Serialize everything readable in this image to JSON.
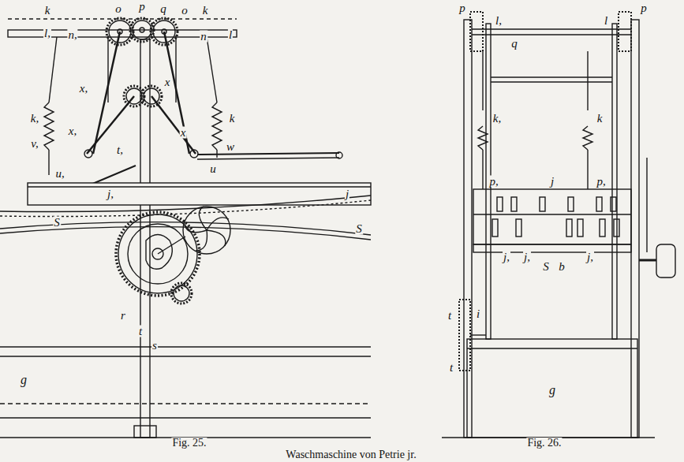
{
  "diagram": {
    "caption": "Waschmaschine von Petrie jr.",
    "labels": [
      "k",
      "o",
      "p",
      "q",
      "o",
      "k",
      "l,",
      "n,",
      "n",
      "l",
      "x,",
      "x",
      "k,",
      "k",
      "x,",
      "x",
      "t,",
      "v,",
      "w",
      "u,",
      "u",
      "j,",
      "j",
      "S",
      "S",
      "r",
      "t",
      "s",
      "g",
      "Fig. 25.",
      "p",
      "l,",
      "q",
      "l",
      "p",
      "k,",
      "k",
      "p,",
      "j",
      "p,",
      "j,",
      "j,",
      "j,",
      "S",
      "b",
      "t",
      "i",
      "t",
      "g",
      "Fig. 26."
    ]
  }
}
